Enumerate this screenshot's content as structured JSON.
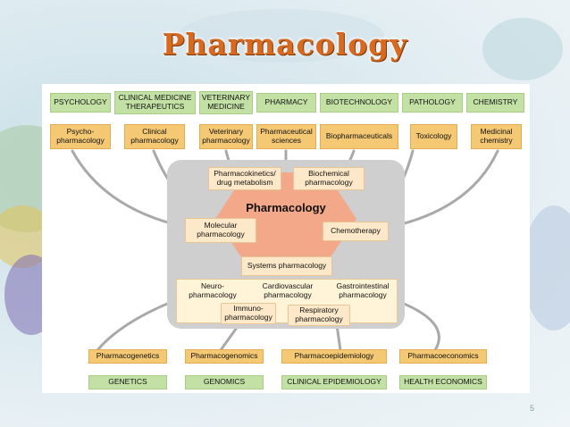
{
  "slide": {
    "title": "Pharmacology",
    "page_number": "5"
  },
  "diagram": {
    "disciplines": [
      "PSYCHOLOGY",
      "CLINICAL MEDICINE\nTHERAPEUTICS",
      "VETERINARY\nMEDICINE",
      "PHARMACY",
      "BIOTECHNOLOGY",
      "PATHOLOGY",
      "CHEMISTRY"
    ],
    "subfields_top": [
      "Psycho-\npharmacology",
      "Clinical\npharmacology",
      "Veterinary\npharmacology",
      "Pharmaceutical\nsciences",
      "Biopharmaceuticals",
      "Toxicology",
      "Medicinal\nchemistry"
    ],
    "center": {
      "title": "Pharmacology",
      "pharmacokinetics": "Pharmacokinetics/\ndrug metabolism",
      "biochemical": "Biochemical\npharmacology",
      "molecular": "Molecular\npharmacology",
      "chemotherapy": "Chemotherapy",
      "systems": "Systems pharmacology",
      "neuro": "Neuro-\npharmacology",
      "cardiovascular": "Cardiovascular\npharmacology",
      "gastrointestinal": "Gastrointestinal\npharmacology",
      "immuno": "Immuno-\npharmacology",
      "respiratory": "Respiratory\npharmacology"
    },
    "subfields_bottom": [
      "Pharmacogenetics",
      "Pharmacogenomics",
      "Pharmacoepidemiology",
      "Pharmacoeconomics"
    ],
    "fields_bottom": [
      "GENETICS",
      "GENOMICS",
      "CLINICAL EPIDEMIOLOGY",
      "HEALTH ECONOMICS"
    ]
  },
  "colors": {
    "discipline_green": "#c4e1a5",
    "subfield_orange": "#f5c874",
    "hexagon_salmon": "#f4a88a",
    "platform_gray": "#cfcfcf",
    "title_orange": "#d9691f"
  }
}
